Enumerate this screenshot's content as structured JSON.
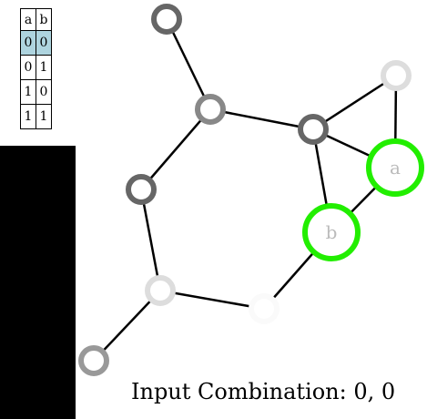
{
  "truth_table": {
    "headers": [
      "a",
      "b"
    ],
    "rows": [
      [
        "0",
        "0"
      ],
      [
        "0",
        "1"
      ],
      [
        "1",
        "0"
      ],
      [
        "1",
        "1"
      ]
    ],
    "active_row": 0,
    "highlight_color": "#aed4df"
  },
  "status": {
    "label": "Input Combination: 0, 0"
  },
  "graph": {
    "nodes": [
      {
        "id": "n1",
        "label": "",
        "color": "#666666",
        "size": "small"
      },
      {
        "id": "n2",
        "label": "",
        "color": "#888888",
        "size": "small"
      },
      {
        "id": "n3",
        "label": "",
        "color": "#666666",
        "size": "small"
      },
      {
        "id": "n4",
        "label": "",
        "color": "#dddddd",
        "size": "small"
      },
      {
        "id": "n5",
        "label": "",
        "color": "#666666",
        "size": "small"
      },
      {
        "id": "n6",
        "label": "a",
        "color": "#22ee00",
        "size": "large"
      },
      {
        "id": "n7",
        "label": "b",
        "color": "#22ee00",
        "size": "large"
      },
      {
        "id": "n8",
        "label": "",
        "color": "#dddddd",
        "size": "small"
      },
      {
        "id": "n9",
        "label": "",
        "color": "#fafafa",
        "size": "small"
      },
      {
        "id": "n10",
        "label": "",
        "color": "#999999",
        "size": "small"
      }
    ],
    "edges": [
      [
        "n1",
        "n2"
      ],
      [
        "n2",
        "n3"
      ],
      [
        "n2",
        "n5"
      ],
      [
        "n3",
        "n4"
      ],
      [
        "n3",
        "n6"
      ],
      [
        "n3",
        "n7"
      ],
      [
        "n4",
        "n6"
      ],
      [
        "n6",
        "n7"
      ],
      [
        "n7",
        "n9"
      ],
      [
        "n5",
        "n8"
      ],
      [
        "n8",
        "n9"
      ],
      [
        "n8",
        "n10"
      ]
    ]
  }
}
